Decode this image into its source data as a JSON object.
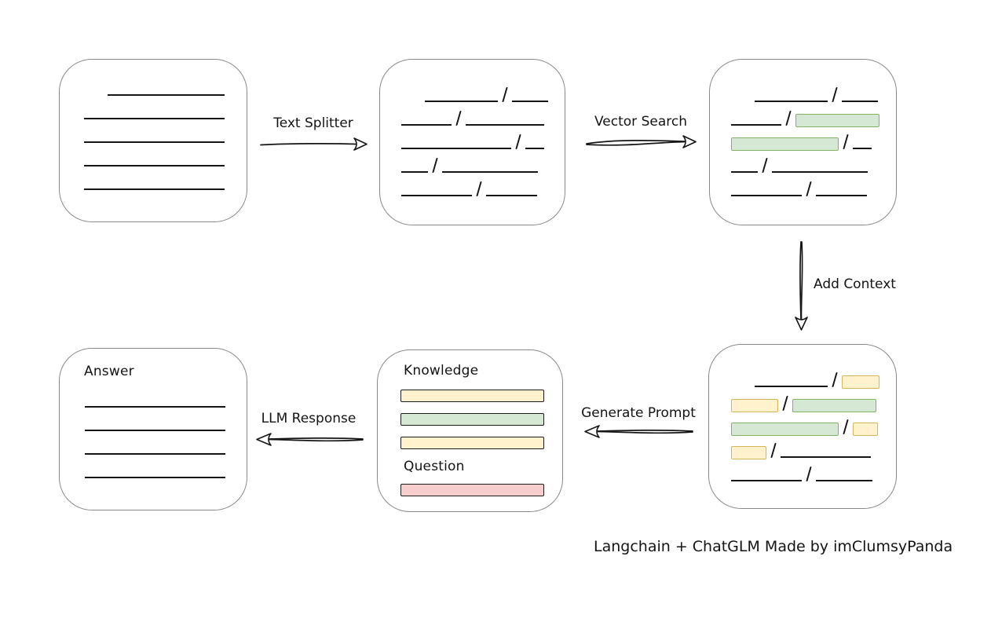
{
  "caption": "Langchain + ChatGLM Made by imClumsyPanda",
  "arrows": {
    "text_splitter": "Text Splitter",
    "vector_search": "Vector Search",
    "add_context": "Add Context",
    "generate_prompt": "Generate Prompt",
    "llm_response": "LLM Response"
  },
  "nodes": {
    "document": {
      "lines": [
        [
          30,
          149
        ],
        [
          0,
          179
        ],
        [
          0,
          179
        ],
        [
          0,
          179
        ],
        [
          0,
          179
        ]
      ]
    },
    "split_chunks": {
      "rows": [
        [
          [
            "gap",
            30
          ],
          [
            "line",
            93
          ],
          [
            "slash"
          ],
          [
            "line",
            46
          ]
        ],
        [
          [
            "line",
            64
          ],
          [
            "slash"
          ],
          [
            "line",
            100
          ]
        ],
        [
          [
            "line",
            140
          ],
          [
            "slash"
          ],
          [
            "line",
            24
          ]
        ],
        [
          [
            "line",
            34
          ],
          [
            "slash"
          ],
          [
            "line",
            122
          ]
        ],
        [
          [
            "line",
            90
          ],
          [
            "slash"
          ],
          [
            "line",
            65
          ]
        ]
      ]
    },
    "matched_chunks": {
      "rows": [
        [
          [
            "gap",
            30
          ],
          [
            "line",
            93
          ],
          [
            "slash"
          ],
          [
            "line",
            46
          ]
        ],
        [
          [
            "line",
            64
          ],
          [
            "slash"
          ],
          [
            "green",
            107
          ]
        ],
        [
          [
            "green",
            137
          ],
          [
            "slash"
          ],
          [
            "line",
            24
          ]
        ],
        [
          [
            "line",
            34
          ],
          [
            "slash"
          ],
          [
            "line",
            122
          ]
        ],
        [
          [
            "line",
            90
          ],
          [
            "slash"
          ],
          [
            "line",
            65
          ]
        ]
      ]
    },
    "context_chunks": {
      "rows": [
        [
          [
            "gap",
            30
          ],
          [
            "line",
            93
          ],
          [
            "slash"
          ],
          [
            "yellow",
            48
          ]
        ],
        [
          [
            "yellow",
            60
          ],
          [
            "slash"
          ],
          [
            "green",
            107
          ]
        ],
        [
          [
            "green",
            137
          ],
          [
            "slash"
          ],
          [
            "yellow",
            32
          ]
        ],
        [
          [
            "yellow",
            45
          ],
          [
            "slash"
          ],
          [
            "line",
            115
          ]
        ],
        [
          [
            "line",
            90
          ],
          [
            "slash"
          ],
          [
            "line",
            72
          ]
        ]
      ]
    },
    "prompt": {
      "knowledge_label": "Knowledge",
      "question_label": "Question",
      "knowledge_bars": [
        "yellow",
        "green",
        "yellow"
      ],
      "question_bars": [
        "red"
      ]
    },
    "answer": {
      "label": "Answer",
      "lines": [
        [
          0,
          179
        ],
        [
          0,
          179
        ],
        [
          0,
          179
        ],
        [
          0,
          179
        ]
      ]
    }
  },
  "colors": {
    "green_fill": "#d5e8d4",
    "green_stroke": "#82b366",
    "yellow_fill": "#fff2cc",
    "yellow_stroke": "#d6b656",
    "red_fill": "#f8cecc",
    "red_stroke": "#b85450",
    "box_border": "#8a8a8a",
    "ink": "#161616"
  }
}
